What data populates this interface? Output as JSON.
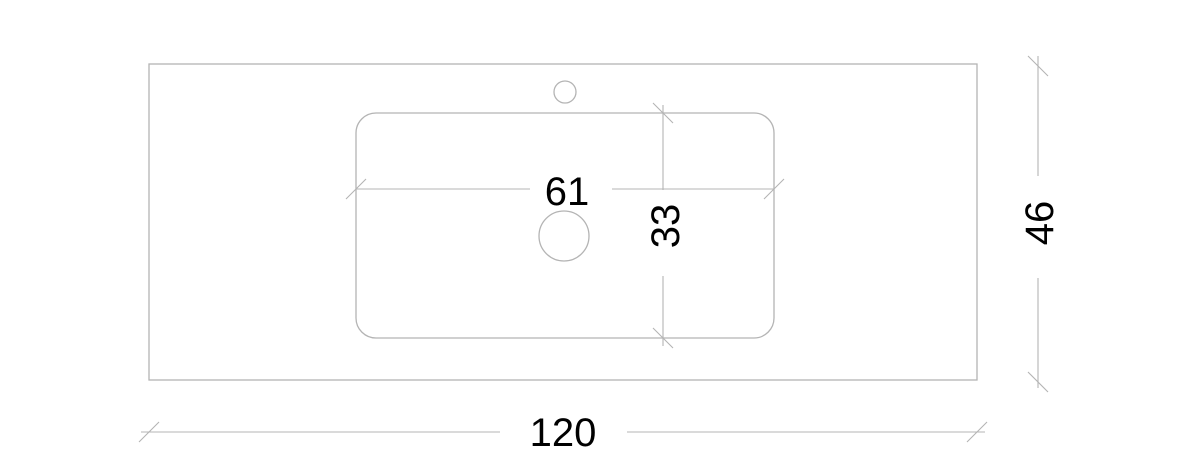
{
  "drawing": {
    "dimensions": {
      "overall_width": "120",
      "overall_depth": "46",
      "basin_width": "61",
      "basin_depth": "33"
    },
    "colors": {
      "outline": "#b4b4b4",
      "text": "#000000",
      "background": "#ffffff"
    }
  }
}
